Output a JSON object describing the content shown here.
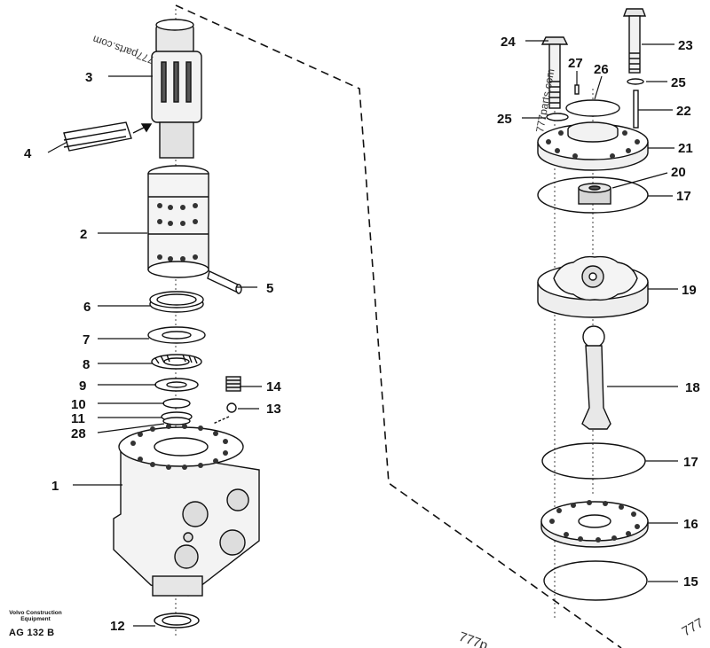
{
  "diagram": {
    "parts": [
      {
        "number": "1"
      },
      {
        "number": "2"
      },
      {
        "number": "3"
      },
      {
        "number": "4"
      },
      {
        "number": "5"
      },
      {
        "number": "6"
      },
      {
        "number": "7"
      },
      {
        "number": "8"
      },
      {
        "number": "9"
      },
      {
        "number": "10"
      },
      {
        "number": "11"
      },
      {
        "number": "28"
      },
      {
        "number": "12"
      },
      {
        "number": "13"
      },
      {
        "number": "14"
      },
      {
        "number": "15"
      },
      {
        "number": "16"
      },
      {
        "number": "17"
      },
      {
        "number": "17"
      },
      {
        "number": "18"
      },
      {
        "number": "19"
      },
      {
        "number": "20"
      },
      {
        "number": "21"
      },
      {
        "number": "22"
      },
      {
        "number": "23"
      },
      {
        "number": "24"
      },
      {
        "number": "25"
      },
      {
        "number": "25"
      },
      {
        "number": "26"
      },
      {
        "number": "27"
      }
    ]
  },
  "watermarks": {
    "top_left": "777parts.com",
    "middle": "777parts.com",
    "bottom_a": "777p",
    "bottom_b": "777"
  },
  "footer": {
    "organization_line1": "Volvo Construction",
    "organization_line2": "Equipment",
    "drawing_code": "AG 132 B"
  }
}
